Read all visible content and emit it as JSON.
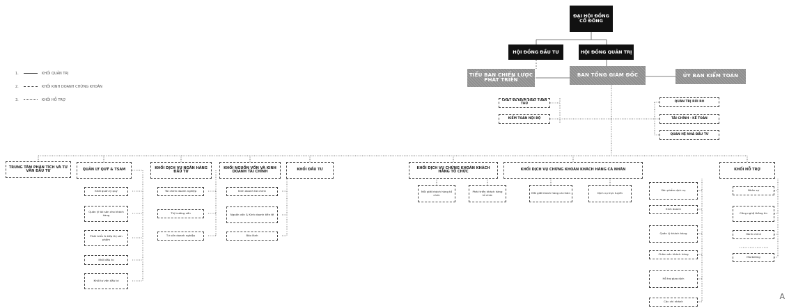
{
  "legend": [
    {
      "num": "1.",
      "label": "KHỐI QUẢN TRỊ"
    },
    {
      "num": "2.",
      "label": "KHỐI KINH DOANH CHỨNG KHOÁN"
    },
    {
      "num": "3.",
      "label": "KHỐI HỖ TRỢ"
    }
  ],
  "nodes": {
    "dhdcd": "ĐẠI HỘI ĐỒNG CỔ ĐÔNG",
    "hddt": "HỘI ĐỒNG ĐẦU TƯ",
    "hdqt": "HỘI ĐỒNG QUẢN TRỊ",
    "tbcl": "TIỂU BAN CHIẾN LƯỢC PHÁT TRIỂN",
    "btgd": "BAN TỔNG GIÁM ĐỐC",
    "ubkt": "ỦY BAN KIỂM TOÁN",
    "cltt": "CHẤT VÀ KIỂM SOÁT TUÂN THỦ",
    "ktnb": "KIỂM TOÁN NỘI BỘ",
    "qtrr": "QUẢN TRỊ RỦI RO",
    "tckt": "TÀI CHÍNH - KẾ TOÁN",
    "qhndt": "QUAN HỆ NHÀ ĐẦU TƯ",
    "ttpt": "TRUNG TÂM PHÂN TÍCH VÀ TƯ VẤN ĐẦU TƯ",
    "qlq": "QUẢN LÝ QUỸ & TSAM",
    "kdvnh": "KHỐI DỊCH VỤ NGÂN HÀNG ĐẦU TƯ",
    "knv": "KHỐI NGUỒN VỐN VÀ KINH DOANH TÀI CHÍNH",
    "kdt": "KHỐI ĐẦU TƯ",
    "kdvck": "KHỐI DỊCH VỤ CHỨNG KHOÁN KHÁCH HÀNG TỔ CHỨC",
    "kdvkhcn": "KHỐI DỊCH VỤ CHỨNG KHOÁN KHÁCH HÀNG CÁ NHÂN",
    "kht": "KHỐI HỖ TRỢ",
    "q1": "Khối quản lý quỹ",
    "q2": "Quản lý tài sản cho khách hàng",
    "q3": "Phát triển & tiếp thị sản phẩm",
    "q4": "Khối đầu tư",
    "q5": "Khối tư vấn đầu tư",
    "n1": "Tài chính doanh nghiệp",
    "n2": "Thị trường vốn",
    "n3": "Tư vấn doanh nghiệp",
    "v1": "Kinh doanh tài chính",
    "v2": "Nguồn vốn & Kinh doanh tiền tệ",
    "v3": "Bảo lãnh",
    "c1": "Môi giới khách hàng tổ chức",
    "c2": "Phát triển khách hàng tổ chức",
    "p1": "Môi giới khách hàng cá nhân",
    "p2": "Dịch vụ trực tuyến",
    "p3": "Sản phẩm dịch vụ",
    "p4": "Kinh doanh",
    "p5": "Quản lý khách hàng",
    "p6": "Chăm sóc khách hàng",
    "p7": "Hỗ trợ giao dịch",
    "p8": "Các chi nhánh",
    "h1": "Nhân sự",
    "h2": "Công nghệ thông tin",
    "h3": "Hành chính",
    "h4": "Marketing"
  },
  "watermark": "A"
}
